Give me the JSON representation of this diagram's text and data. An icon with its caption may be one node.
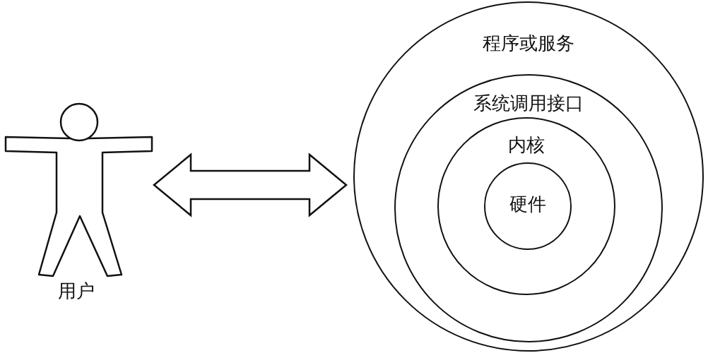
{
  "diagram": {
    "nodes": [
      {
        "text": [
          "用户"
        ]
      },
      {
        "text": [
          "程序或服务"
        ]
      },
      {
        "text": [
          "系统调用接口"
        ],
        "in": 1
      },
      {
        "text": [
          "内核"
        ],
        "in": 2
      },
      {
        "text": [
          "硬件"
        ],
        "in": 3
      }
    ],
    "edges": [
      {
        "from": 0,
        "to": 1,
        "arrow": "both",
        "style": "thick"
      }
    ]
  }
}
